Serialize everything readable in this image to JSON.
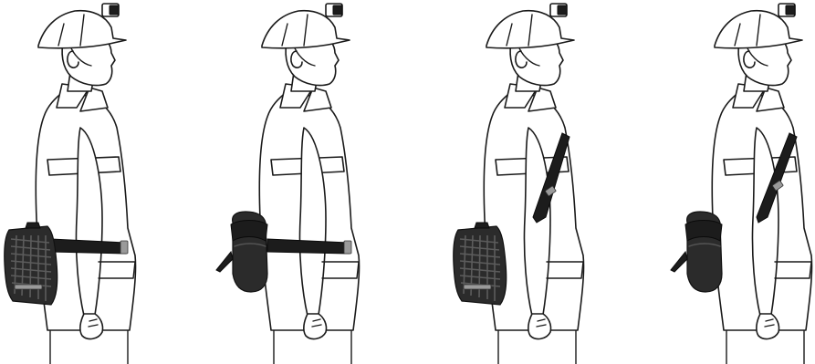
{
  "figures": [
    {
      "id": "figure-1",
      "device": "hard-case",
      "strap": "waist-belt"
    },
    {
      "id": "figure-2",
      "device": "soft-pouch",
      "strap": "waist-belt"
    },
    {
      "id": "figure-3",
      "device": "hard-case",
      "strap": "shoulder-strap"
    },
    {
      "id": "figure-4",
      "device": "soft-pouch",
      "strap": "shoulder-strap"
    }
  ],
  "colors": {
    "outline": "#1a1a1a",
    "device": "#2b2b2b",
    "buckle": "#9a9a9a",
    "background": "#ffffff"
  },
  "icons": [
    "hard-hat-icon",
    "cap-lamp-icon",
    "hard-case-icon",
    "soft-pouch-icon",
    "waist-belt-icon",
    "shoulder-strap-icon"
  ]
}
